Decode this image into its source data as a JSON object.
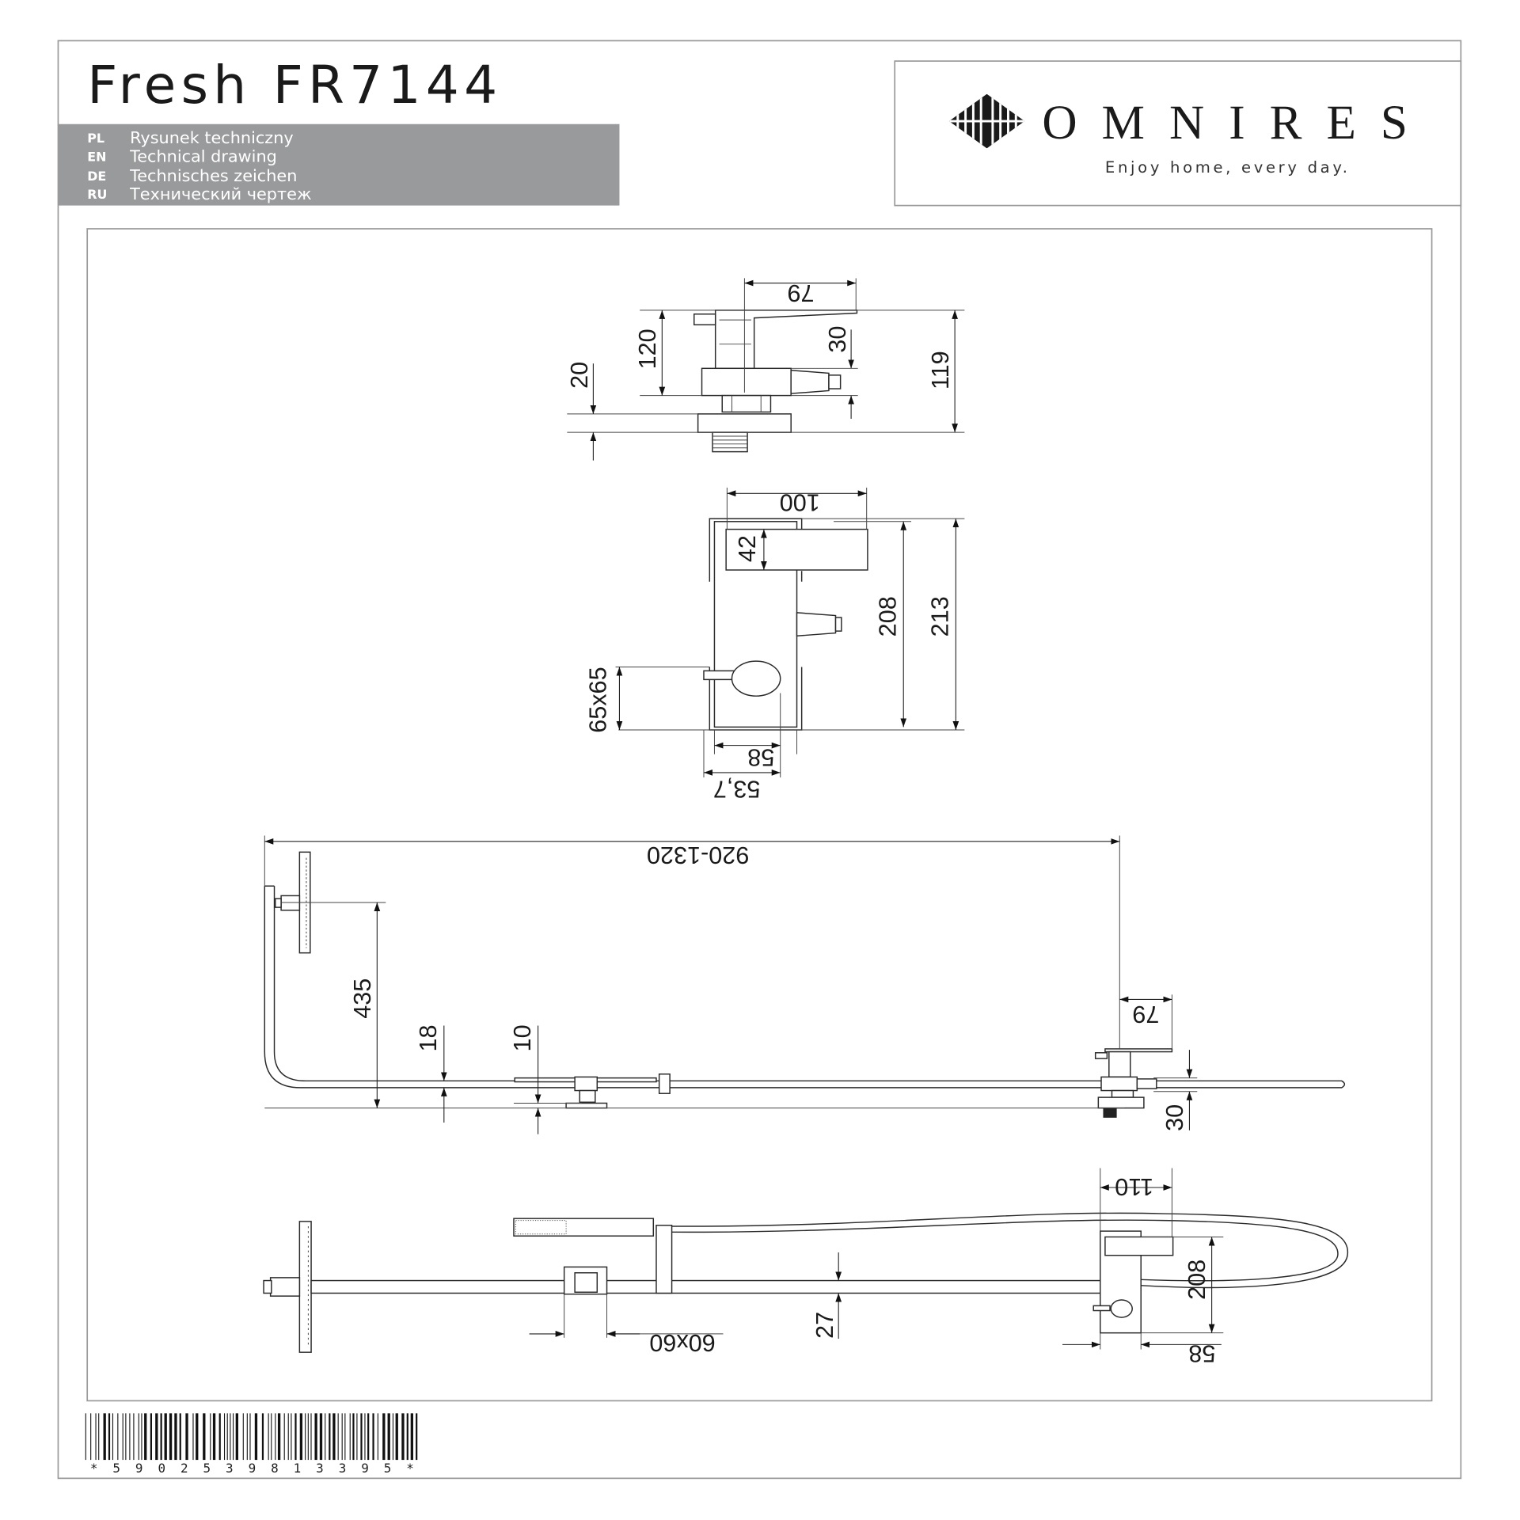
{
  "header": {
    "title": "Fresh FR7144",
    "languages": [
      {
        "code": "PL",
        "label": "Rysunek techniczny"
      },
      {
        "code": "EN",
        "label": "Technical drawing"
      },
      {
        "code": "DE",
        "label": "Technisches zeichen"
      },
      {
        "code": "RU",
        "label": "Технический чертеж"
      }
    ],
    "band_color": "#999a9c"
  },
  "brand": {
    "name": "OMNIRES",
    "tagline": "Enjoy home, every day.",
    "icon": "diamond-bars-logo-icon"
  },
  "dimensions": {
    "mixer_side": {
      "lever_reach": "79",
      "height_body": "120",
      "spout": "30",
      "flange": "20",
      "total_height": "119"
    },
    "mixer_front": {
      "width": "100",
      "lever_height": "42",
      "inner_height": "208",
      "outer_height": "213",
      "holder": "65x65",
      "bottom_width": "58",
      "offset": "53,7"
    },
    "assembly_side": {
      "length": "920-1320",
      "head_height": "435",
      "rail_height": "18",
      "slider_height": "10",
      "lever_reach": "79",
      "spout": "30"
    },
    "assembly_front": {
      "mixer_width": "110",
      "mixer_height": "208",
      "rail": "27",
      "clamp": "60x60",
      "mixer_bottom": "58"
    }
  },
  "barcode": {
    "value": "*5902539813395*"
  }
}
